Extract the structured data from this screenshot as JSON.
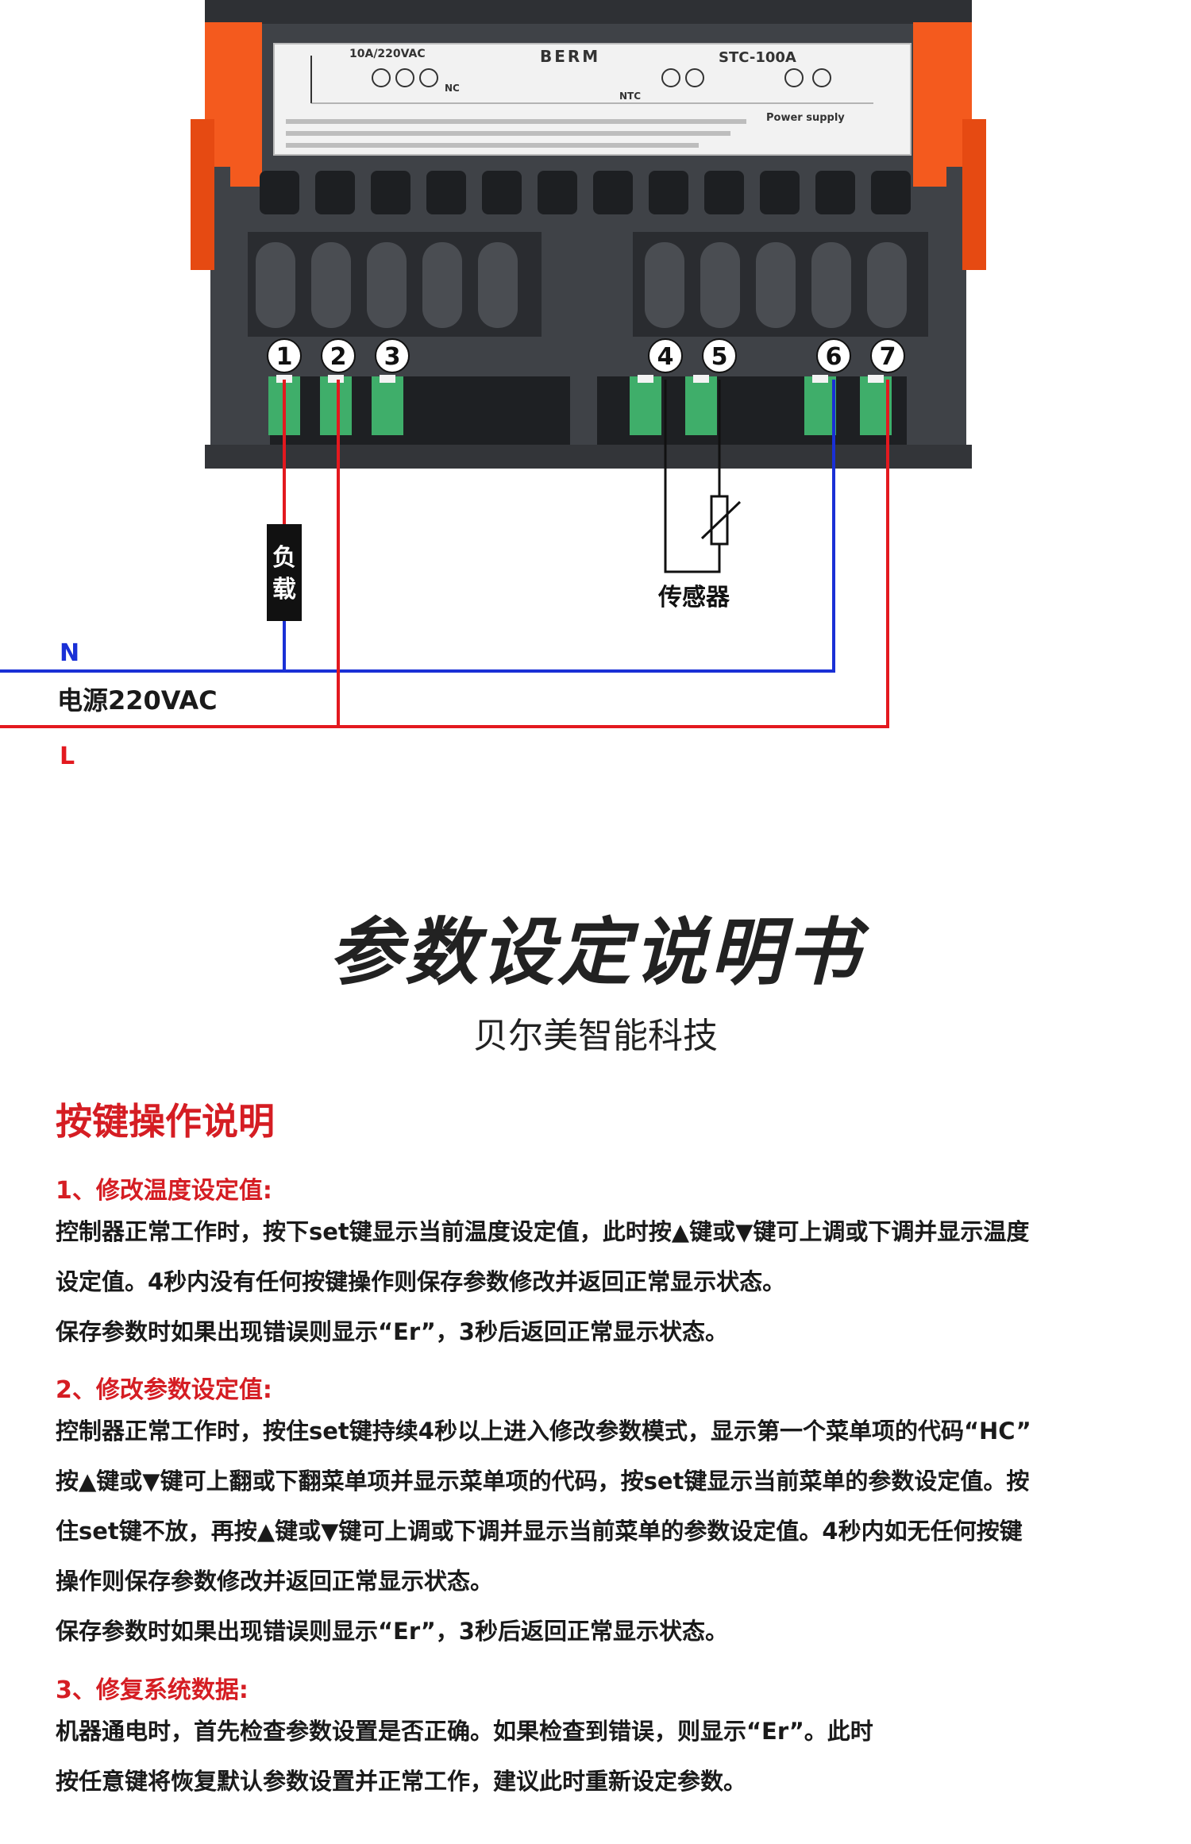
{
  "label_info": {
    "spec": "10A/220VAC",
    "brand": "BERM",
    "model": "STC-100A",
    "nc": "NC",
    "ntc": "NTC",
    "power_supply": "Power supply"
  },
  "terminals": [
    "1",
    "2",
    "3",
    "4",
    "5",
    "6",
    "7"
  ],
  "load_label": "负载",
  "sensor_label": "传感器",
  "power": {
    "n": "N",
    "label": "电源220VAC",
    "l": "L"
  },
  "colors": {
    "red_wire": "#e3191f",
    "blue_wire": "#1a30d6",
    "heading_red": "#d51d23",
    "terminal_green": "#3fae6a",
    "relay_orange": "#f45a1e",
    "case_dark": "#3f4247"
  },
  "doc": {
    "title": "参数设定说明书",
    "company": "贝尔美智能科技",
    "section_title": "按键操作说明",
    "s1_title": "1、修改温度设定值:",
    "s1_p1": "控制器正常工作时，按下set键显示当前温度设定值，此时按▲键或▼键可上调或下调并显示温度",
    "s1_p2": "设定值。4秒内没有任何按键操作则保存参数修改并返回正常显示状态。",
    "s1_p3": "保存参数时如果出现错误则显示“Er”，3秒后返回正常显示状态。",
    "s2_title": "2、修改参数设定值:",
    "s2_p1": "控制器正常工作时，按住set键持续4秒以上进入修改参数模式，显示第一个菜单项的代码“HC”",
    "s2_p2": "按▲键或▼键可上翻或下翻菜单项并显示菜单项的代码，按set键显示当前菜单的参数设定值。按",
    "s2_p3": "住set键不放，再按▲键或▼键可上调或下调并显示当前菜单的参数设定值。4秒内如无任何按键",
    "s2_p4": "操作则保存参数修改并返回正常显示状态。",
    "s2_p5": "保存参数时如果出现错误则显示“Er”，3秒后返回正常显示状态。",
    "s3_title": "3、修复系统数据:",
    "s3_p1": "机器通电时，首先检查参数设置是否正确。如果检查到错误，则显示“Er”。此时",
    "s3_p2": "按任意键将恢复默认参数设置并正常工作，建议此时重新设定参数。"
  }
}
